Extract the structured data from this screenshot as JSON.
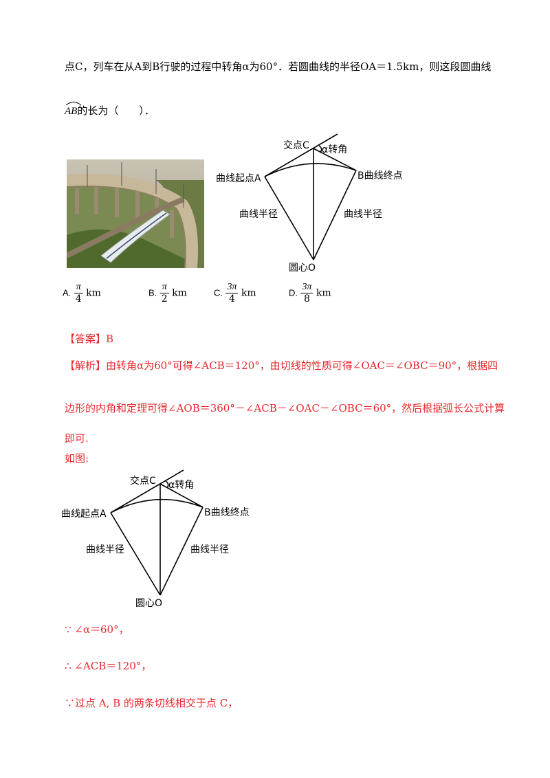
{
  "problem": {
    "line1": "点C，列车在从A到B行驶的过程中转角α为60°．若圆曲线的半径OA＝1.5km，则这段圆曲线",
    "line2_arc": "AB",
    "line2_rest": "的长为（　　）．"
  },
  "diagram_labels": {
    "intersect": "交点C",
    "turn_angle": "α转角",
    "start": "曲线起点A",
    "end": "B曲线终点",
    "radius_left": "曲线半径",
    "radius_right": "曲线半径",
    "center": "圆心O"
  },
  "options": [
    {
      "label": "A.",
      "num": "π",
      "den": "4",
      "unit": "km"
    },
    {
      "label": "B.",
      "num": "π",
      "den": "2",
      "unit": "km"
    },
    {
      "label": "C.",
      "num": "3π",
      "den": "4",
      "unit": "km"
    },
    {
      "label": "D.",
      "num": "3π",
      "den": "8",
      "unit": "km"
    }
  ],
  "answer": "【答案】B",
  "analysis": {
    "line1": "【解析】由转角α为60°可得∠ACB＝120°，由切线的性质可得∠OAC＝∠OBC＝90°，根据四",
    "line2": "边形的内角和定理可得∠AOB＝360°－∠ACB－∠OAC－∠OBC＝60°，然后根据弧长公式计算",
    "line3": "即可.",
    "line4": "如图:"
  },
  "steps": [
    "∵ ∠α＝60°，",
    "∴ ∠ACB＝120°，",
    "∵过点 A, B 的两条切线相交于点 C，"
  ]
}
